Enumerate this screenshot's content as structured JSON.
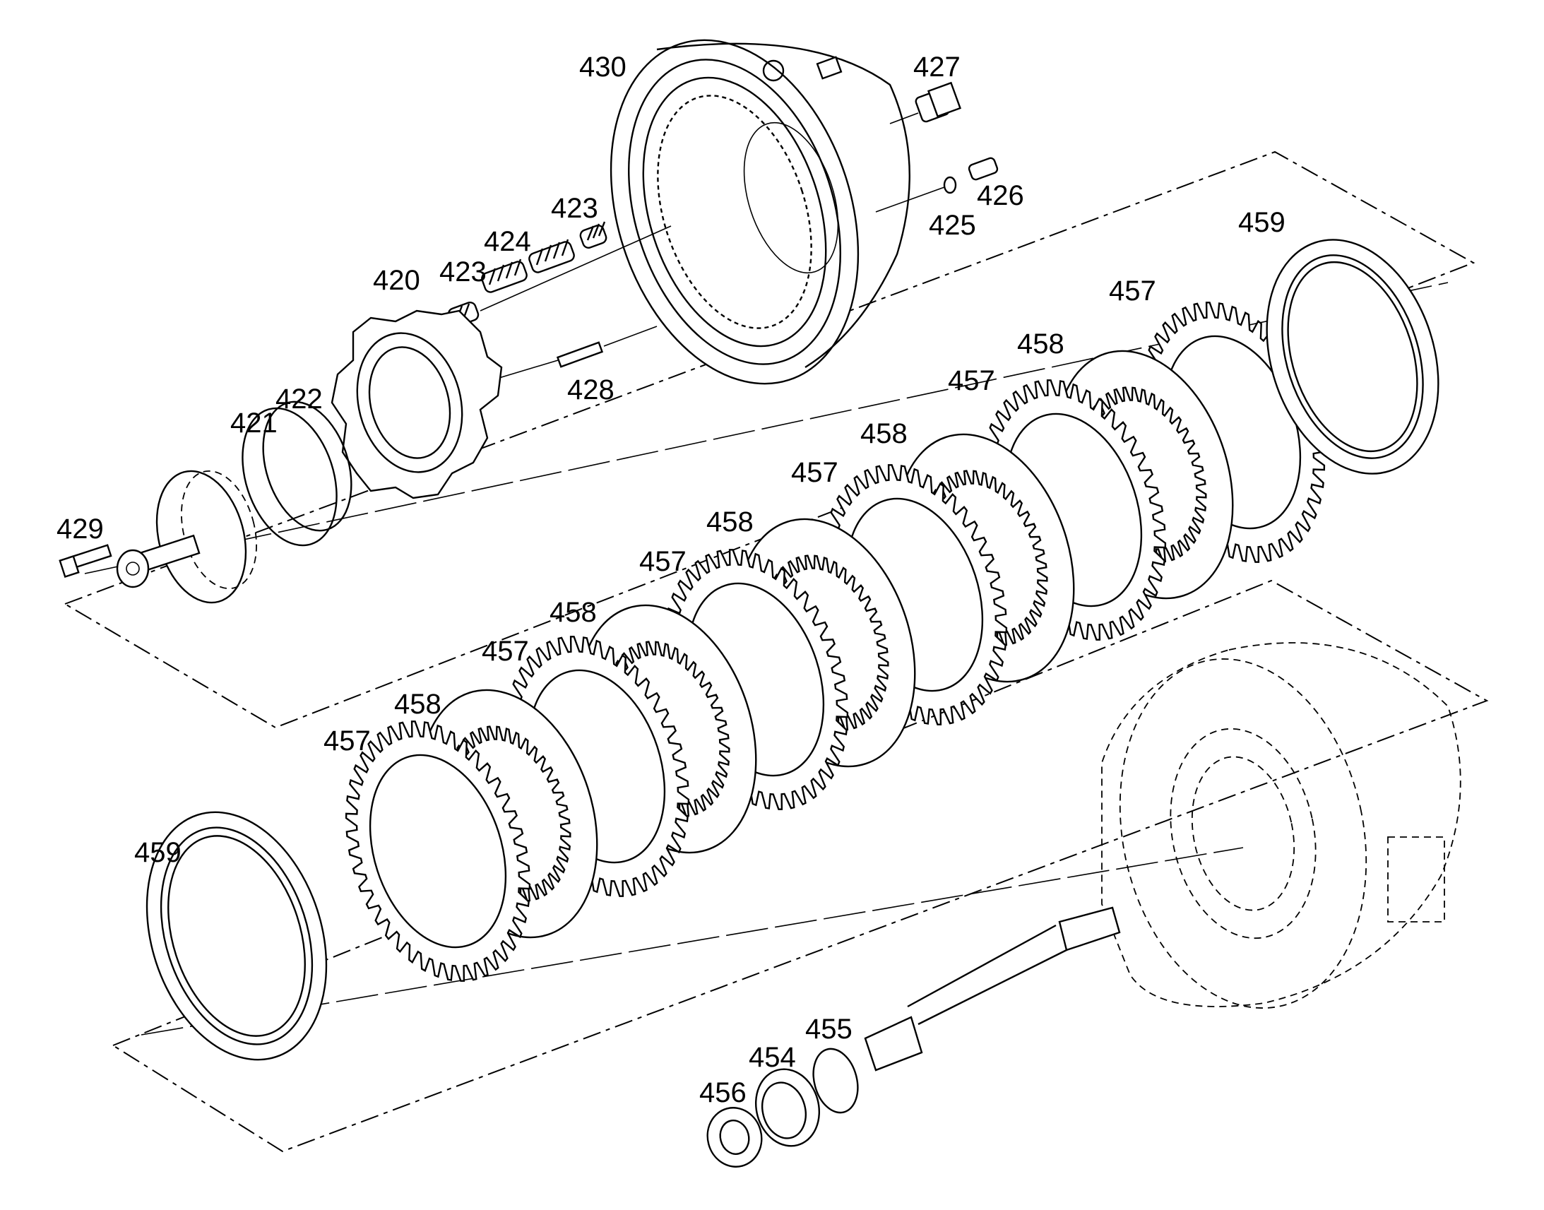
{
  "parts": [
    {
      "id": "p430",
      "label": "430"
    },
    {
      "id": "p427",
      "label": "427"
    },
    {
      "id": "p426",
      "label": "426"
    },
    {
      "id": "p425",
      "label": "425"
    },
    {
      "id": "p423a",
      "label": "423"
    },
    {
      "id": "p424",
      "label": "424"
    },
    {
      "id": "p423b",
      "label": "423"
    },
    {
      "id": "p420",
      "label": "420"
    },
    {
      "id": "p428",
      "label": "428"
    },
    {
      "id": "p422",
      "label": "422"
    },
    {
      "id": "p421",
      "label": "421"
    },
    {
      "id": "p429",
      "label": "429"
    },
    {
      "id": "p459a",
      "label": "459"
    },
    {
      "id": "p457a",
      "label": "457"
    },
    {
      "id": "p458a",
      "label": "458"
    },
    {
      "id": "p457b",
      "label": "457"
    },
    {
      "id": "p458b",
      "label": "458"
    },
    {
      "id": "p457c",
      "label": "457"
    },
    {
      "id": "p458c",
      "label": "458"
    },
    {
      "id": "p457d",
      "label": "457"
    },
    {
      "id": "p458d",
      "label": "458"
    },
    {
      "id": "p457e",
      "label": "457"
    },
    {
      "id": "p458e",
      "label": "458"
    },
    {
      "id": "p457f",
      "label": "457"
    },
    {
      "id": "p459b",
      "label": "459"
    },
    {
      "id": "p455",
      "label": "455"
    },
    {
      "id": "p454",
      "label": "454"
    },
    {
      "id": "p456",
      "label": "456"
    }
  ]
}
